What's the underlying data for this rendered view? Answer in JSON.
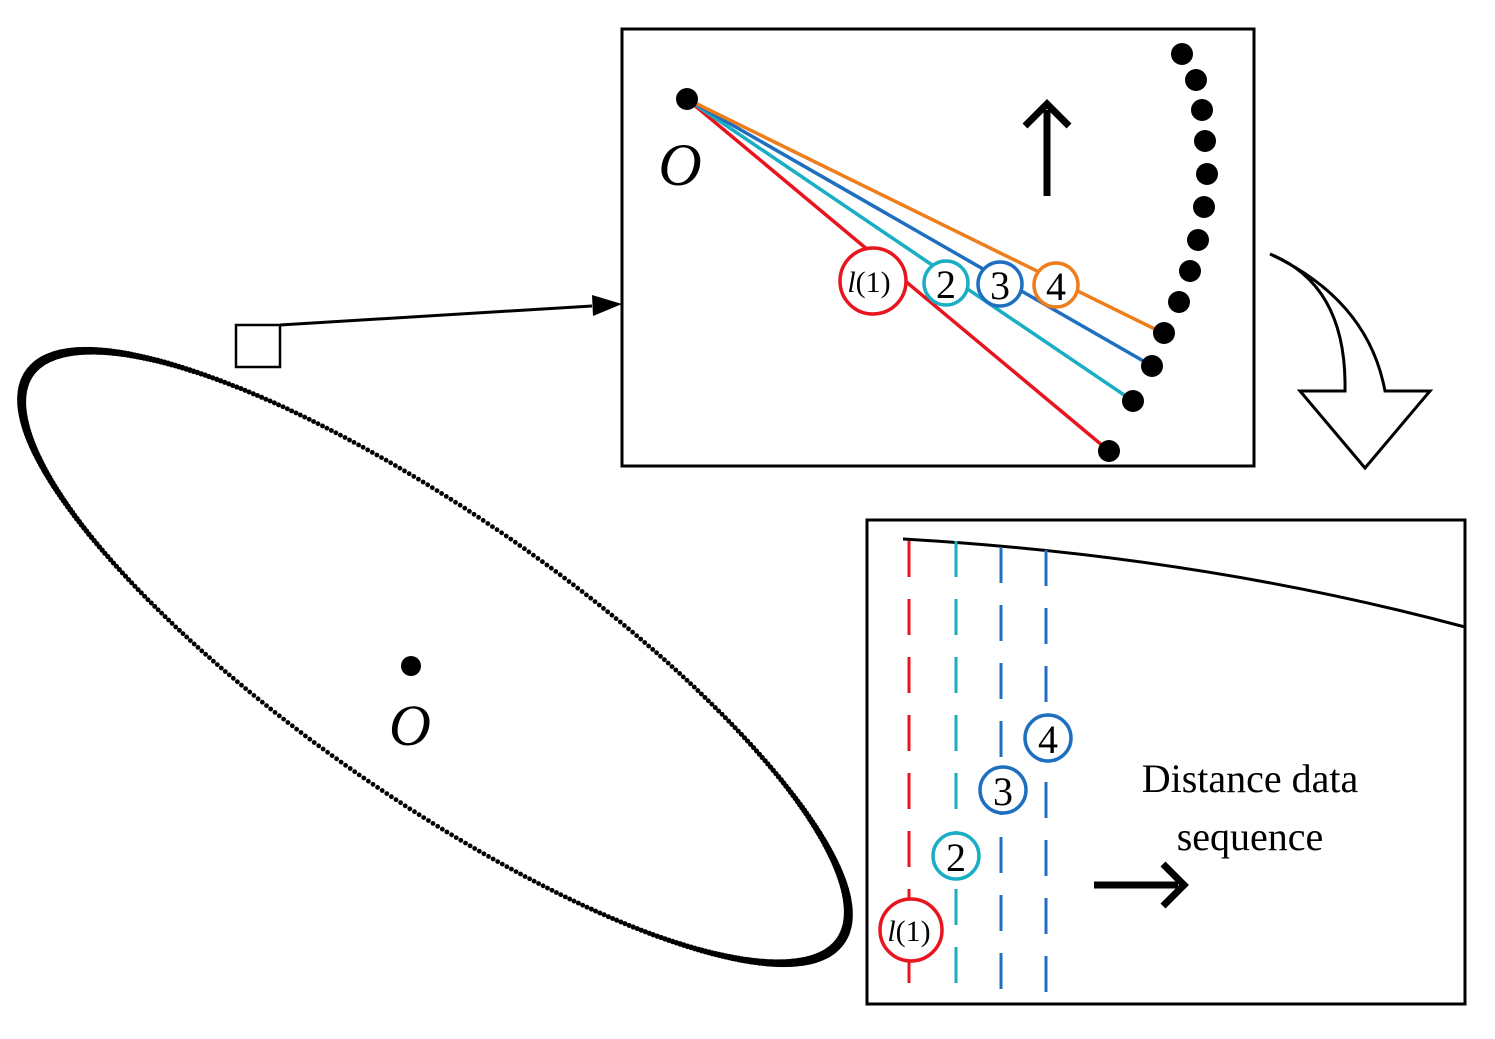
{
  "origin_label": "O",
  "labels": {
    "l_var": "l",
    "l_index": "(1)",
    "n2": "2",
    "n3": "3",
    "n4": "4"
  },
  "sequence_caption": {
    "line1": "Distance data",
    "line2": "sequence"
  },
  "colors": {
    "ray1": "#e8141e",
    "ray2": "#19aec3",
    "ray3": "#1f6fc1",
    "ray4": "#ee7d1b",
    "ink": "#000000"
  }
}
